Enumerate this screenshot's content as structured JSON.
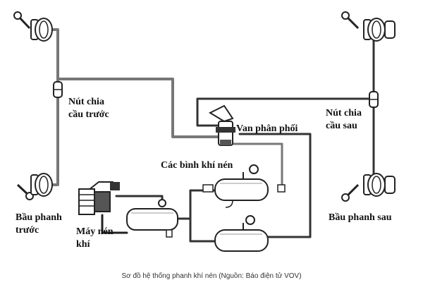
{
  "labels": {
    "front_splitter": [
      "Nút chia",
      "cầu trước"
    ],
    "rear_splitter": [
      "Nút chia",
      "cầu sau"
    ],
    "distribution_valve": "Van phân phối",
    "air_tanks": "Các bình khí nén",
    "front_brake_chamber": [
      "Bầu phanh",
      "trước"
    ],
    "rear_brake_chamber": "Bầu phanh sau",
    "compressor": [
      "Máy nén",
      "khí"
    ]
  },
  "caption": "Sơ đồ hệ thống phanh khí nén (Nguồn: Báo điện tử VOV)"
}
